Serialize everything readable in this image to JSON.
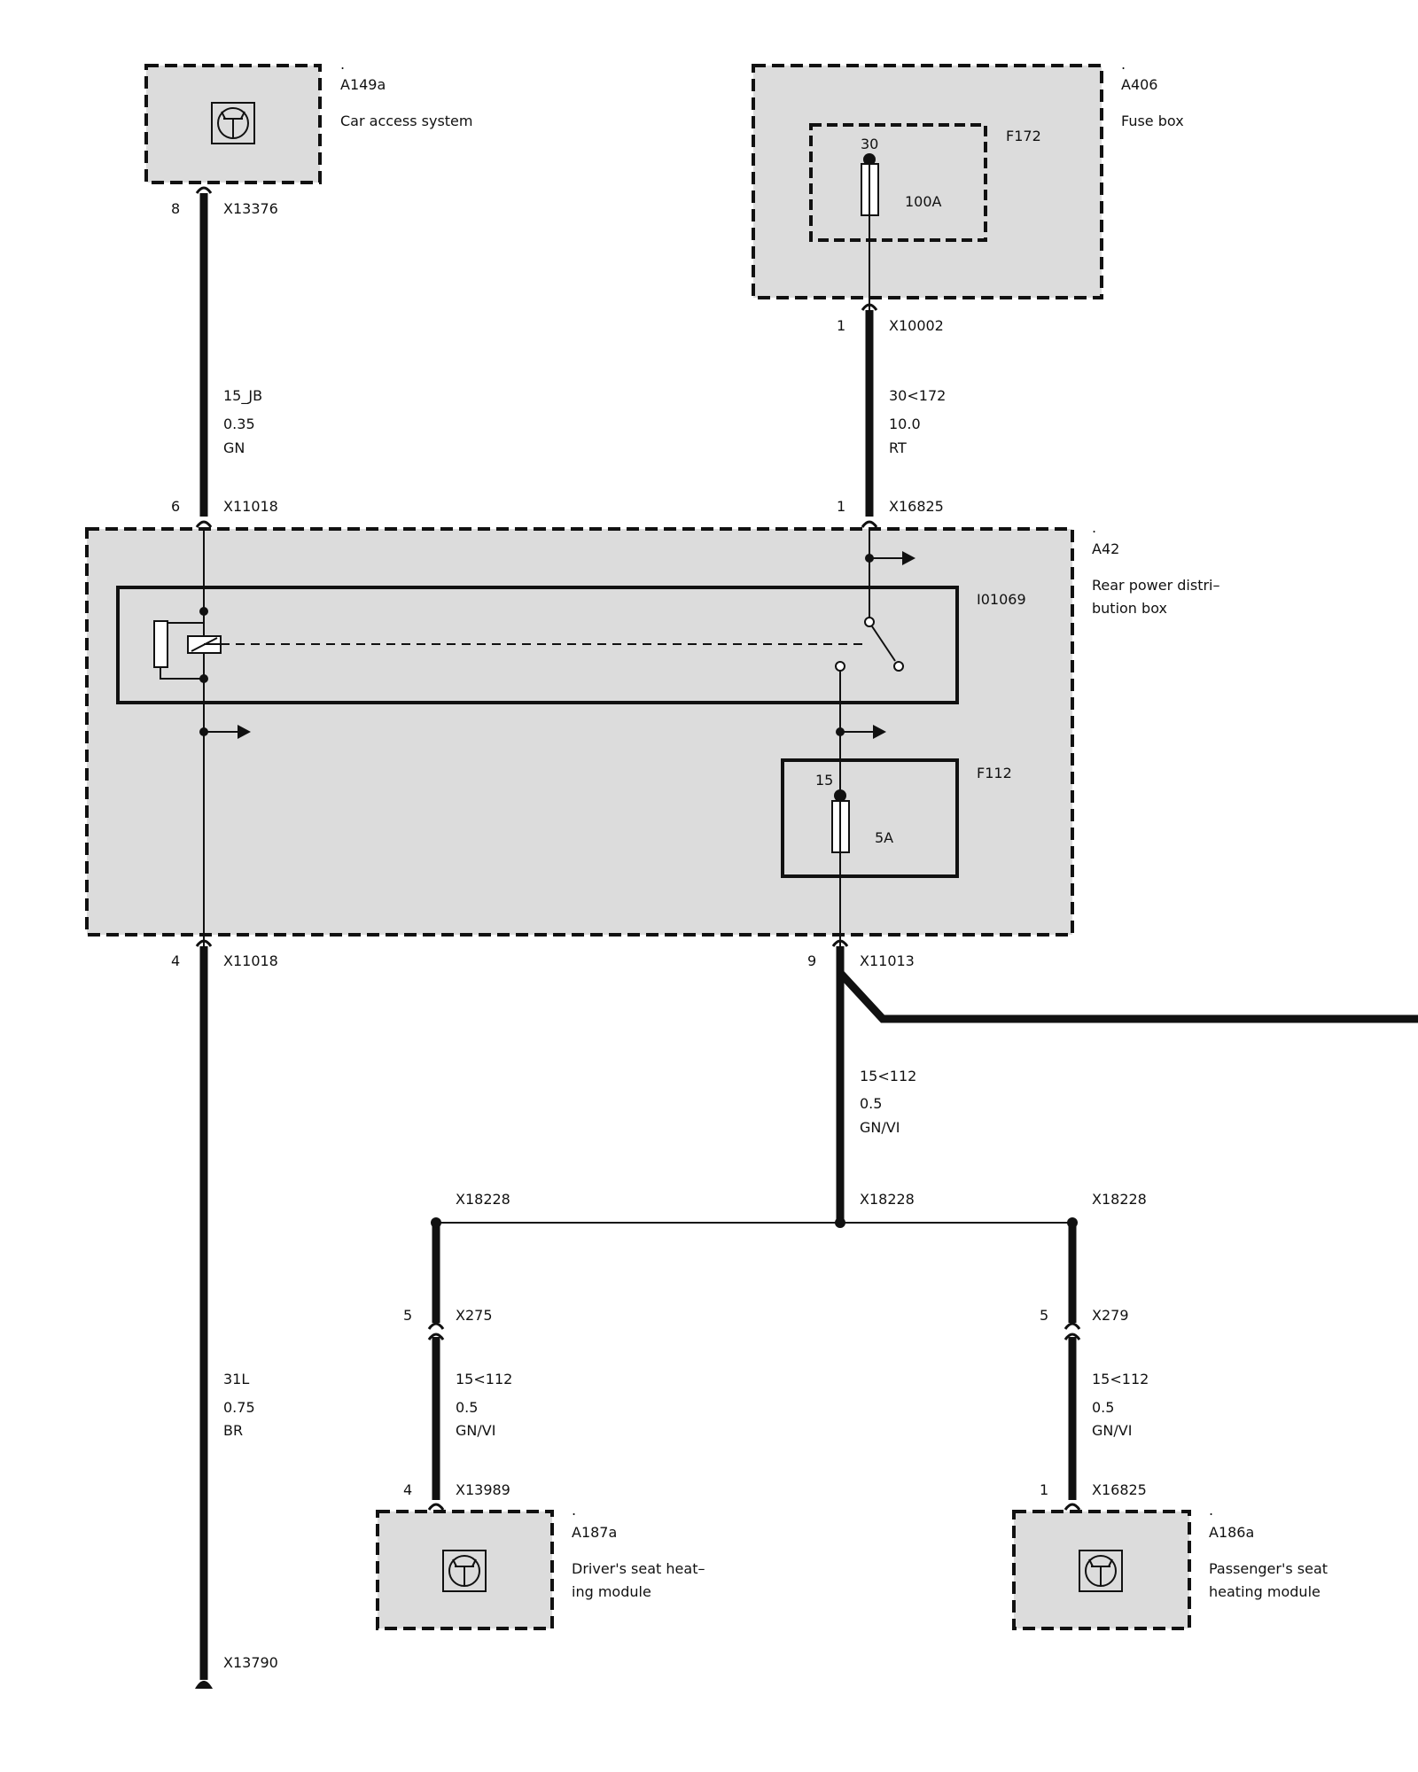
{
  "components": {
    "car_access": {
      "dot": ".",
      "id": "A149a",
      "name": "Car access system"
    },
    "fuse_box": {
      "dot": ".",
      "id": "A406",
      "name": "Fuse box"
    },
    "rear_power": {
      "dot": ".",
      "id": "A42",
      "name_line1": "Rear power distri–",
      "name_line2": "bution box"
    },
    "driver_seat": {
      "dot": ".",
      "id": "A187a",
      "name_line1": "Driver's seat heat–",
      "name_line2": "ing module"
    },
    "passenger_seat": {
      "dot": ".",
      "id": "A186a",
      "name_line1": "Passenger's seat",
      "name_line2": "heating module"
    }
  },
  "fuses": {
    "f172": {
      "id": "F172",
      "pin": "30",
      "rating": "100A"
    },
    "f112": {
      "id": "F112",
      "pin": "15",
      "rating": "5A"
    }
  },
  "relay": {
    "id": "I01069"
  },
  "connectors": {
    "x13376": {
      "pin": "8",
      "id": "X13376"
    },
    "x10002": {
      "pin": "1",
      "id": "X10002"
    },
    "x11018_top": {
      "pin": "6",
      "id": "X11018"
    },
    "x16825_top": {
      "pin": "1",
      "id": "X16825"
    },
    "x11018_bottom": {
      "pin": "4",
      "id": "X11018"
    },
    "x11013": {
      "pin": "9",
      "id": "X11013"
    },
    "x18228_left": {
      "id": "X18228"
    },
    "x18228_center": {
      "id": "X18228"
    },
    "x18228_right": {
      "id": "X18228"
    },
    "x275": {
      "pin": "5",
      "id": "X275"
    },
    "x279": {
      "pin": "5",
      "id": "X279"
    },
    "x13989": {
      "pin": "4",
      "id": "X13989"
    },
    "x16825_bottom": {
      "pin": "1",
      "id": "X16825"
    },
    "x13790": {
      "id": "X13790"
    }
  },
  "wires": {
    "w15jb": {
      "signal": "15_JB",
      "gauge": "0.35",
      "color": "GN"
    },
    "w30": {
      "signal": "30<172",
      "gauge": "10.0",
      "color": "RT"
    },
    "w15_main": {
      "signal": "15<112",
      "gauge": "0.5",
      "color": "GN/VI"
    },
    "w31l": {
      "signal": "31L",
      "gauge": "0.75",
      "color": "BR"
    },
    "w15_left": {
      "signal": "15<112",
      "gauge": "0.5",
      "color": "GN/VI"
    },
    "w15_right": {
      "signal": "15<112",
      "gauge": "0.5",
      "color": "GN/VI"
    }
  }
}
